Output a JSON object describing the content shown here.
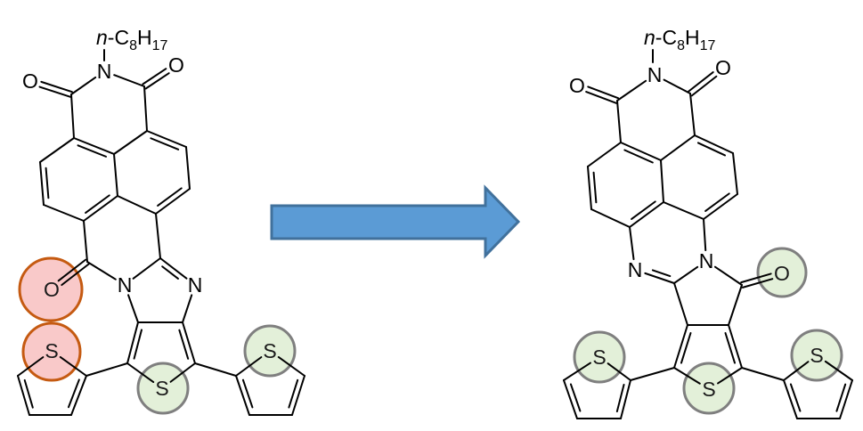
{
  "diagram": {
    "title": "",
    "colors": {
      "removed_fill": "#f9c9c9",
      "removed_stroke": "#c55a11",
      "kept_fill": "#e3f0d9",
      "kept_stroke": "#7f7f7f",
      "arrow_fill": "#5b9bd5",
      "arrow_stroke": "#41719c"
    },
    "left_molecule": {
      "substituent": {
        "prefix": "n",
        "dash_c": "-C",
        "c_count": "8",
        "h": "H",
        "h_count": "17"
      },
      "atoms": {
        "imide_n": "N",
        "imide_o_left": "O",
        "imide_o_right": "O",
        "lactam_o": "O",
        "imidazole_n1": "N",
        "imidazole_n2": "N",
        "thiophene_s_left": "S",
        "thiophene_s_center": "S",
        "thiophene_s_right": "S"
      }
    },
    "right_molecule": {
      "substituent": {
        "prefix": "n",
        "dash_c": "-C",
        "c_count": "8",
        "h": "H",
        "h_count": "17"
      },
      "atoms": {
        "imide_n": "N",
        "imide_o_left": "O",
        "imide_o_right": "O",
        "imine_n": "N",
        "amide_n": "N",
        "lactam_o": "O",
        "thiophene_s_left": "S",
        "thiophene_s_center": "S",
        "thiophene_s_right": "S"
      }
    },
    "arrow": {
      "direction": "right"
    }
  }
}
